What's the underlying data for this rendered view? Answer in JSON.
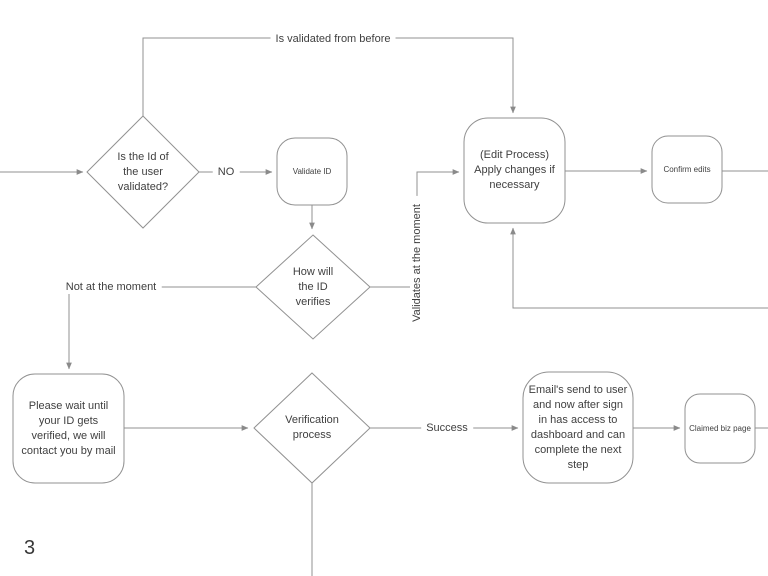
{
  "page": {
    "number": "3"
  },
  "colors": {
    "background": "#ffffff",
    "line": "#919191",
    "text": "#3f3f3f"
  },
  "nodes": {
    "is_id_validated": {
      "type": "decision",
      "label": "Is the Id of\nthe user\nvalidated?"
    },
    "validate_id": {
      "type": "process",
      "label": "Validate ID"
    },
    "how_will_id_verifies": {
      "type": "decision",
      "label": "How will\nthe ID\nverifies"
    },
    "edit_process": {
      "type": "process",
      "label": "(Edit Process)\nApply changes if\nnecessary"
    },
    "confirm_edits": {
      "type": "process",
      "label": "Confirm edits"
    },
    "please_wait": {
      "type": "process",
      "label": "Please wait until\nyour ID gets\nverified, we will\ncontact you by mail"
    },
    "verification_process": {
      "type": "decision",
      "label": "Verification\nprocess"
    },
    "emails_send": {
      "type": "process",
      "label": "Email's send to user\nand now after sign\nin has access to\ndashboard and can\ncomplete the next\nstep"
    },
    "claimed_biz_page": {
      "type": "process",
      "label": "Claimed biz page"
    }
  },
  "edge_labels": {
    "is_validated_from_before": "Is validated from before",
    "no": "NO",
    "not_at_the_moment": "Not at the moment",
    "validates_at_the_moment": "Validates at the moment",
    "success": "Success"
  }
}
